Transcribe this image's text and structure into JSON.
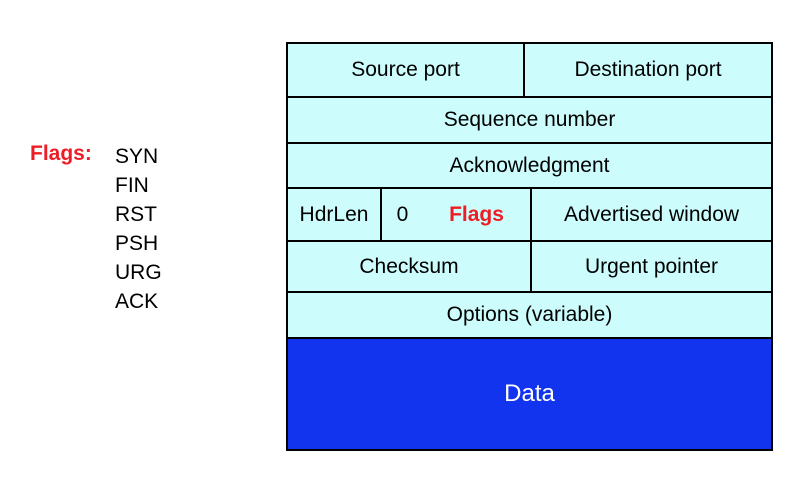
{
  "flags_legend": {
    "title": "Flags:",
    "items": [
      "SYN",
      "FIN",
      "RST",
      "PSH",
      "URG",
      "ACK"
    ]
  },
  "header": {
    "source_port": "Source port",
    "destination_port": "Destination port",
    "sequence_number": "Sequence number",
    "acknowledgment": "Acknowledgment",
    "hdr_len": "HdrLen",
    "reserved": "0",
    "flags": "Flags",
    "advertised_window": "Advertised window",
    "checksum": "Checksum",
    "urgent_pointer": "Urgent pointer",
    "options": "Options (variable)",
    "data": "Data"
  },
  "colors": {
    "field_fill": "#ccfcfc",
    "data_fill": "#1334ee",
    "flags_text": "#ee1c24",
    "data_text": "#ffffff",
    "border": "#000000"
  }
}
